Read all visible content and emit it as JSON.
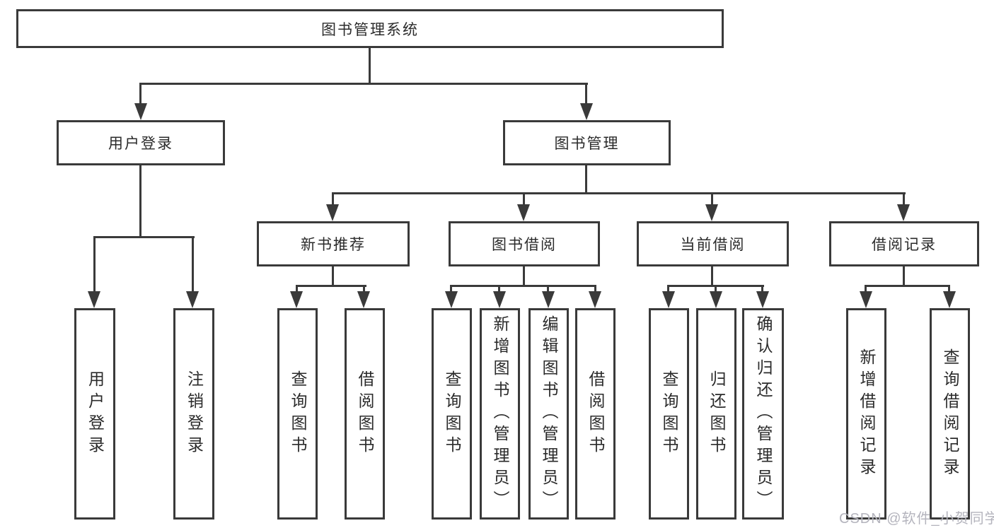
{
  "diagram": {
    "root": "图书管理系统",
    "branches": [
      {
        "label": "用户登录",
        "children": [
          "用户登录",
          "注销登录"
        ]
      },
      {
        "label": "图书管理",
        "groups": [
          {
            "label": "新书推荐",
            "children": [
              "查询图书",
              "借阅图书"
            ]
          },
          {
            "label": "图书借阅",
            "children": [
              "查询图书",
              "新增图书（管理员）",
              "编辑图书（管理员）",
              "借阅图书"
            ]
          },
          {
            "label": "当前借阅",
            "children": [
              "查询图书",
              "归还图书",
              "确认归还（管理员）"
            ]
          },
          {
            "label": "借阅记录",
            "children": [
              "新增借阅记录",
              "查询借阅记录"
            ]
          }
        ]
      }
    ]
  },
  "watermark": {
    "text": "CSDN @软件_小贺同学"
  },
  "colors": {
    "line": "#3a3a3a",
    "text": "#2b2b2b",
    "box_background": "#ffffff",
    "watermark": "#b4b4bd"
  }
}
